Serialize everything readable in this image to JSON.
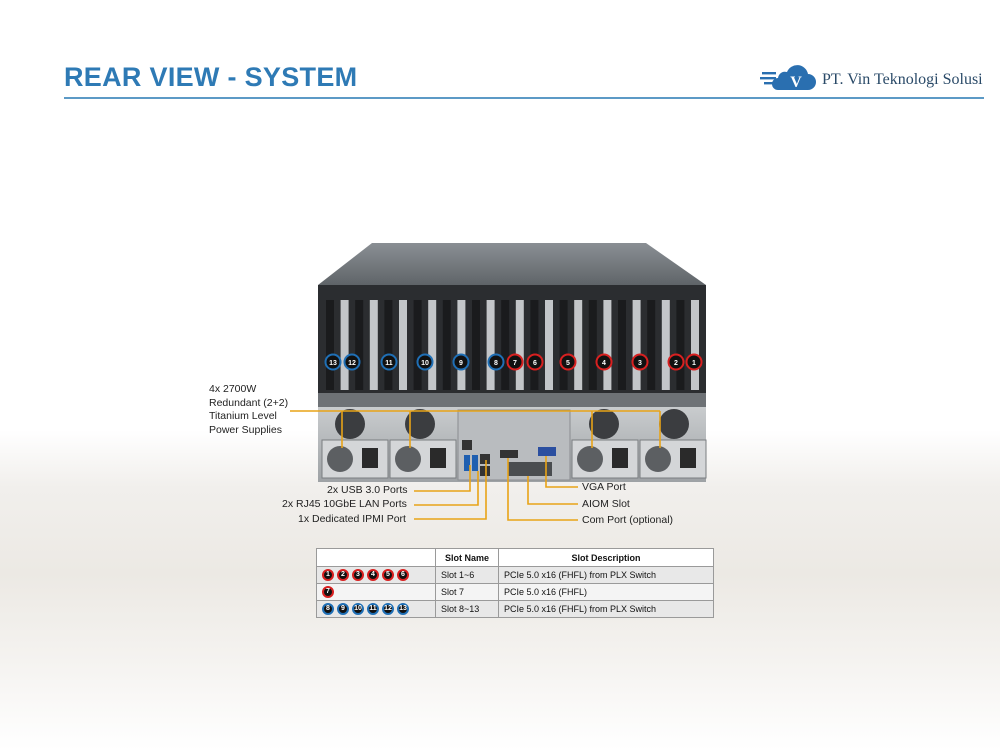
{
  "header": {
    "title": "REAR VIEW - SYSTEM",
    "company": "PT. Vin Teknologi Solusi",
    "logo_letter": "V"
  },
  "colors": {
    "title": "#2e7ab5",
    "red_slot": "#d82020",
    "blue_slot": "#1f6fb5",
    "callout": "#e8a317"
  },
  "server": {
    "slot_badges": [
      {
        "n": "13",
        "group": "blue"
      },
      {
        "n": "12",
        "group": "blue"
      },
      {
        "n": "11",
        "group": "blue"
      },
      {
        "n": "10",
        "group": "blue"
      },
      {
        "n": "9",
        "group": "blue"
      },
      {
        "n": "8",
        "group": "blue"
      },
      {
        "n": "7",
        "group": "red"
      },
      {
        "n": "6",
        "group": "red"
      },
      {
        "n": "5",
        "group": "red"
      },
      {
        "n": "4",
        "group": "red"
      },
      {
        "n": "3",
        "group": "red"
      },
      {
        "n": "2",
        "group": "red"
      },
      {
        "n": "1",
        "group": "red"
      }
    ]
  },
  "callouts": {
    "psu_lines": [
      "4x 2700W",
      "Redundant (2+2)",
      "Titanium Level",
      "Power Supplies"
    ],
    "usb": "2x USB 3.0 Ports",
    "lan": "2x RJ45 10GbE LAN Ports",
    "ipmi": "1x Dedicated IPMI  Port",
    "vga": "VGA Port",
    "aiom": "AIOM Slot",
    "com": "Com Port (optional)"
  },
  "slot_table": {
    "headers": [
      "",
      "Slot Name",
      "Slot Description"
    ],
    "rows": [
      {
        "badges": [
          "1",
          "2",
          "3",
          "4",
          "5",
          "6"
        ],
        "group": "red",
        "name": "Slot 1~6",
        "desc": "PCIe 5.0 x16 (FHFL) from PLX Switch"
      },
      {
        "badges": [
          "7"
        ],
        "group": "red",
        "name": "Slot 7",
        "desc": "PCIe 5.0 x16 (FHFL)"
      },
      {
        "badges": [
          "8",
          "9",
          "10",
          "11",
          "12",
          "13"
        ],
        "group": "blue",
        "name": "Slot 8~13",
        "desc": "PCIe 5.0 x16 (FHFL) from PLX Switch"
      }
    ]
  }
}
